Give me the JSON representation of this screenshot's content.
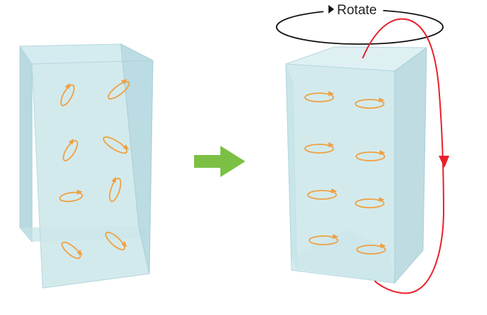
{
  "rotate_label": "Rotate",
  "colors": {
    "box_front": "#cbe6ea",
    "box_side": "#a8d0d8",
    "box_top": "#dff0f3",
    "box_edge": "#b5d8de",
    "spin": "#f0a040",
    "transition_arrow": "#7bc043",
    "rotation_path": "#e8202a",
    "ring": "#111111"
  },
  "left_box": {
    "spin_count": 8,
    "alignment": "random"
  },
  "right_box": {
    "spin_count": 8,
    "alignment": "aligned"
  }
}
